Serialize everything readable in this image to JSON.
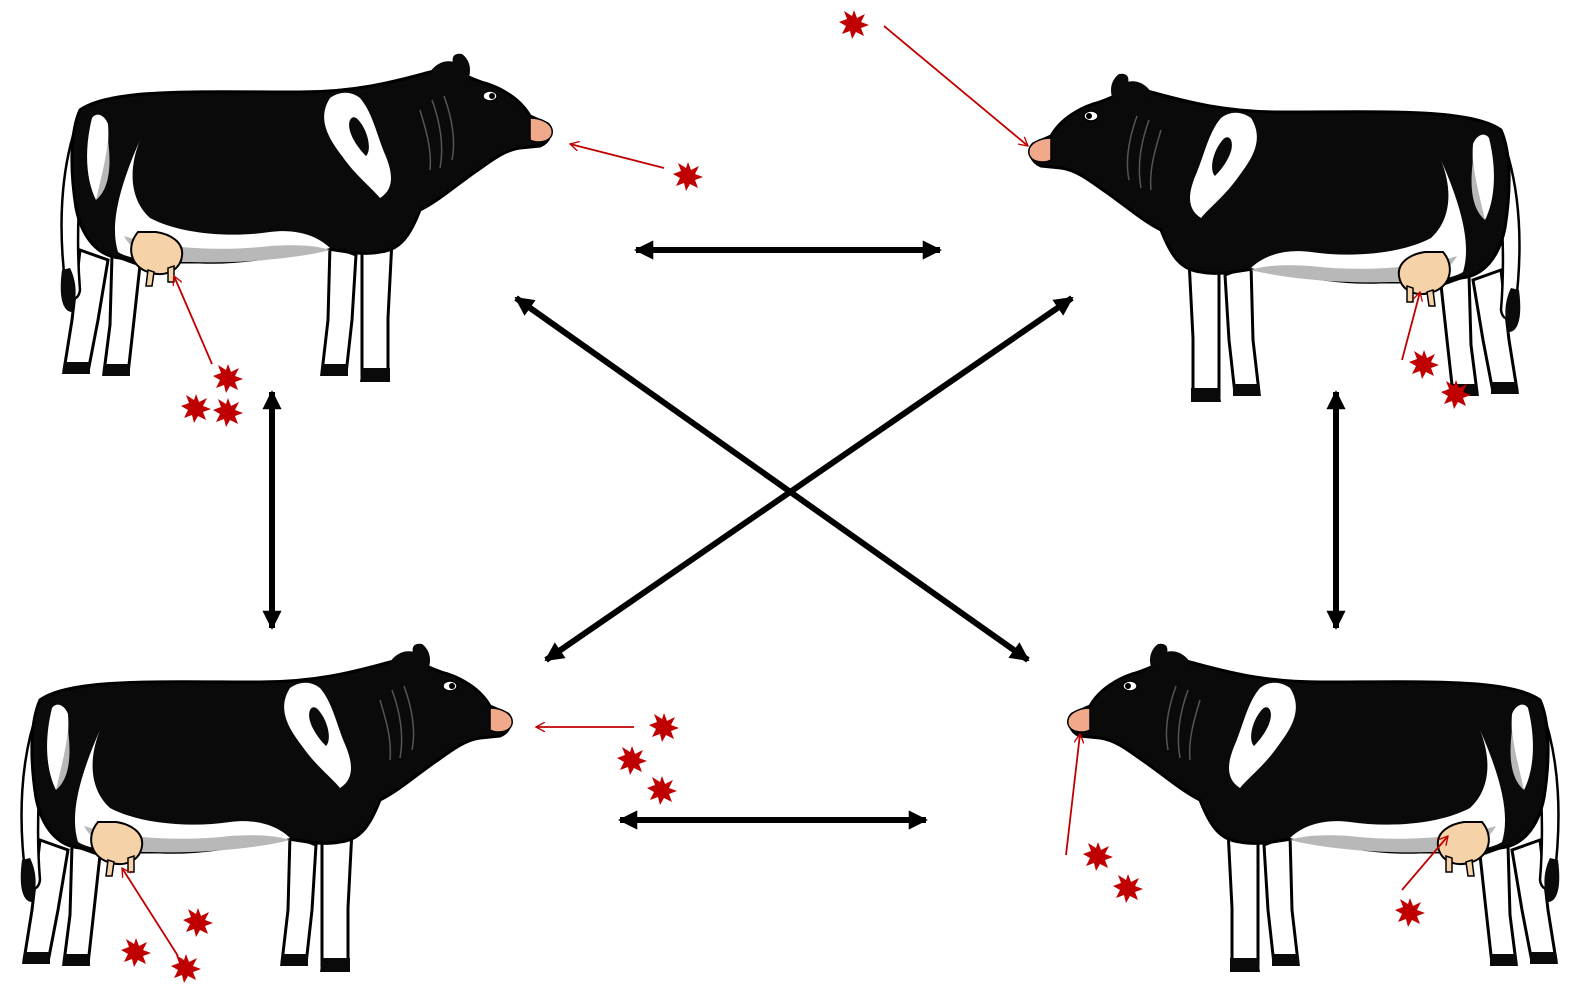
{
  "diagram": {
    "kind": "transmission-network",
    "colors": {
      "background": "#ffffff",
      "cow_black": "#0a0a0a",
      "cow_white": "#ffffff",
      "cow_shade": "#b8b8b8",
      "cow_nose": "#f0a98a",
      "cow_udder": "#f6d2a8",
      "arrow": "#000000",
      "pathogen": "#c00000",
      "pathogen_arrow": "#c00000"
    },
    "cows": [
      {
        "id": "cow-top-left",
        "facing": "right",
        "icon": "holstein-cow-icon"
      },
      {
        "id": "cow-top-right",
        "facing": "left",
        "icon": "holstein-cow-icon"
      },
      {
        "id": "cow-bottom-left",
        "facing": "right",
        "icon": "holstein-cow-icon"
      },
      {
        "id": "cow-bottom-right",
        "facing": "left",
        "icon": "holstein-cow-icon"
      }
    ],
    "links": [
      {
        "id": "link-top",
        "from": "cow-top-left",
        "to": "cow-top-right",
        "bidirectional": true
      },
      {
        "id": "link-bottom",
        "from": "cow-bottom-left",
        "to": "cow-bottom-right",
        "bidirectional": true
      },
      {
        "id": "link-left",
        "from": "cow-top-left",
        "to": "cow-bottom-left",
        "bidirectional": true
      },
      {
        "id": "link-right",
        "from": "cow-top-right",
        "to": "cow-bottom-right",
        "bidirectional": true
      },
      {
        "id": "link-diag-1",
        "from": "cow-top-left",
        "to": "cow-bottom-right",
        "bidirectional": true
      },
      {
        "id": "link-diag-2",
        "from": "cow-top-right",
        "to": "cow-bottom-left",
        "bidirectional": true
      }
    ],
    "infection_routes": [
      {
        "id": "route-tl-mouth",
        "cow": "cow-top-left",
        "target": "mouth",
        "pathogen_count": 1
      },
      {
        "id": "route-tl-udder",
        "cow": "cow-top-left",
        "target": "udder",
        "pathogen_count": 3
      },
      {
        "id": "route-tr-mouth",
        "cow": "cow-top-right",
        "target": "mouth",
        "pathogen_count": 1
      },
      {
        "id": "route-tr-udder",
        "cow": "cow-top-right",
        "target": "udder",
        "pathogen_count": 2
      },
      {
        "id": "route-bl-mouth",
        "cow": "cow-bottom-left",
        "target": "mouth",
        "pathogen_count": 3
      },
      {
        "id": "route-bl-udder",
        "cow": "cow-bottom-left",
        "target": "udder",
        "pathogen_count": 3
      },
      {
        "id": "route-br-mouth",
        "cow": "cow-bottom-right",
        "target": "mouth",
        "pathogen_count": 2
      },
      {
        "id": "route-br-udder",
        "cow": "cow-bottom-right",
        "target": "udder",
        "pathogen_count": 1
      }
    ],
    "pathogen_icon": "red-starburst-icon"
  }
}
